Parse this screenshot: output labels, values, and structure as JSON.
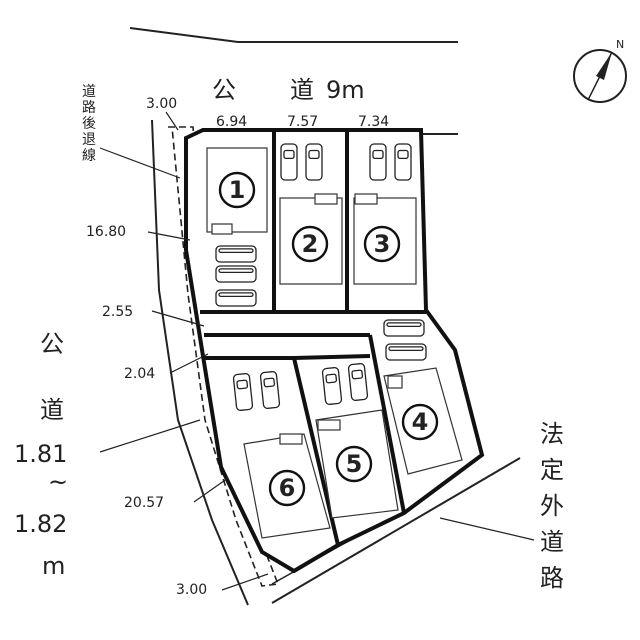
{
  "roads": {
    "north": {
      "kanji": "公",
      "name": "道",
      "width": "9m"
    },
    "west": {
      "chars": [
        "公",
        "道"
      ],
      "width_lines": [
        "1.81",
        "~",
        "1.82",
        "m"
      ]
    },
    "southeast": {
      "chars": [
        "法",
        "定",
        "外",
        "道",
        "路"
      ]
    }
  },
  "setback_label_chars": [
    "道",
    "路",
    "後",
    "退",
    "線"
  ],
  "dimensions": {
    "setback_top": "3.00",
    "frontage_1": "6.94",
    "frontage_2": "7.57",
    "frontage_3": "7.34",
    "lot1_side": "16.80",
    "width_a": "2.55",
    "width_b": "2.04",
    "lot6_side": "20.57",
    "setback_bottom": "3.00"
  },
  "lots": [
    "1",
    "2",
    "3",
    "4",
    "5",
    "6"
  ],
  "compass": {
    "label": "N"
  }
}
